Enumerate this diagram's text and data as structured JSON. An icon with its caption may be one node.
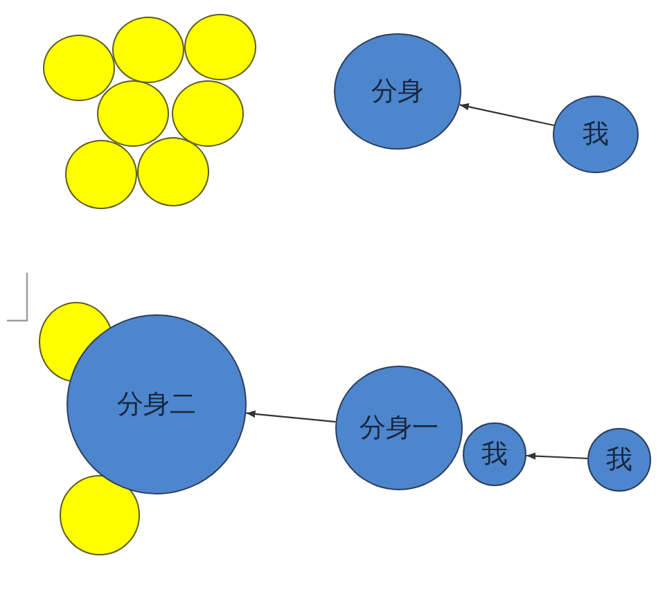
{
  "diagram": {
    "nodes": [
      {
        "text": [],
        "shape": "circle"
      },
      {
        "text": [],
        "shape": "circle"
      },
      {
        "text": [],
        "shape": "circle"
      },
      {
        "text": [],
        "shape": "circle"
      },
      {
        "text": [],
        "shape": "circle"
      },
      {
        "text": [],
        "shape": "circle"
      },
      {
        "text": [],
        "shape": "circle"
      },
      {
        "text": [
          "分身"
        ]
      },
      {
        "text": [
          "我"
        ]
      },
      {
        "text": [],
        "shape": "circle"
      },
      {
        "text": [
          "分身二"
        ]
      },
      {
        "text": [
          "分身一"
        ]
      },
      {
        "text": [
          "我"
        ]
      },
      {
        "text": [
          "我"
        ]
      },
      {
        "text": [],
        "shape": "circle"
      }
    ],
    "edges": [
      {
        "from": 8,
        "to": 7,
        "arrow": "to"
      },
      {
        "from": 11,
        "to": 10,
        "arrow": "to"
      },
      {
        "from": 13,
        "to": 12,
        "arrow": "to"
      }
    ]
  }
}
